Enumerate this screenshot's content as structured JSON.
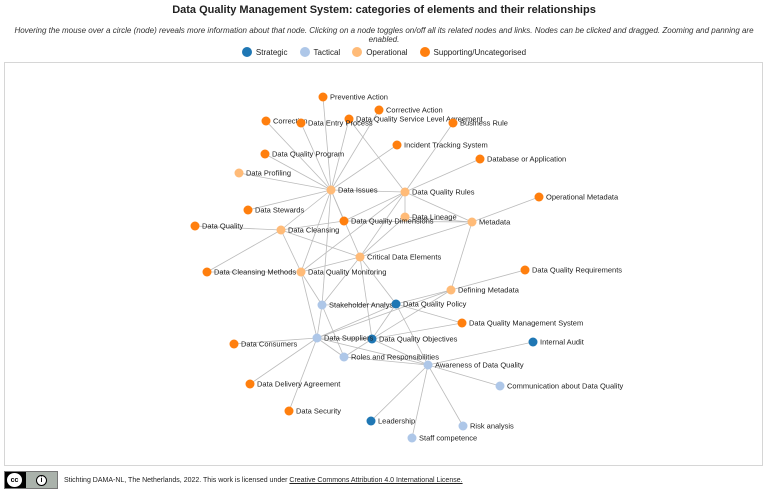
{
  "header": {
    "title": "Data Quality Management System: categories of elements and their relationships",
    "subtitle": "Hovering the mouse over a circle (node) reveals more information about that node. Clicking on a node toggles on/off all its related nodes and links. Nodes can be clicked and dragged. Zooming and panning are enabled."
  },
  "legend": [
    {
      "label": "Strategic",
      "color": "#1f77b4"
    },
    {
      "label": "Tactical",
      "color": "#aec7e8"
    },
    {
      "label": "Operational",
      "color": "#ffbb78"
    },
    {
      "label": "Supporting/Uncategorised",
      "color": "#ff7f0e"
    }
  ],
  "colors": {
    "strategic": "#1f77b4",
    "tactical": "#aec7e8",
    "operational": "#ffbb78",
    "supporting": "#ff7f0e",
    "link": "#bbbbbb"
  },
  "nodes": [
    {
      "id": "issues",
      "label": "Data Issues",
      "cat": "operational"
    },
    {
      "id": "rules",
      "label": "Data Quality Rules",
      "cat": "operational"
    },
    {
      "id": "lineage",
      "label": "Data Lineage",
      "cat": "operational"
    },
    {
      "id": "metadata",
      "label": "Metadata",
      "cat": "operational"
    },
    {
      "id": "cleansing",
      "label": "Data Cleansing",
      "cat": "operational"
    },
    {
      "id": "cde",
      "label": "Critical Data Elements",
      "cat": "operational"
    },
    {
      "id": "monitoring",
      "label": "Data Quality Monitoring",
      "cat": "operational"
    },
    {
      "id": "profiling",
      "label": "Data Profiling",
      "cat": "operational"
    },
    {
      "id": "definemeta",
      "label": "Defining Metadata",
      "cat": "operational"
    },
    {
      "id": "dimensions",
      "label": "Data Quality Dimensions",
      "cat": "supporting"
    },
    {
      "id": "stakeholder",
      "label": "Stakeholder Analysis",
      "cat": "tactical"
    },
    {
      "id": "policy",
      "label": "Data Quality Policy",
      "cat": "strategic"
    },
    {
      "id": "objectives",
      "label": "Data Quality Objectives",
      "cat": "strategic"
    },
    {
      "id": "suppliers",
      "label": "Data Suppliers",
      "cat": "tactical"
    },
    {
      "id": "roles",
      "label": "Roles and Responsibilities",
      "cat": "tactical"
    },
    {
      "id": "awareness",
      "label": "Awareness of Data Quality",
      "cat": "tactical"
    },
    {
      "id": "audit",
      "label": "Internal Audit",
      "cat": "strategic"
    },
    {
      "id": "comm",
      "label": "Communication about Data Quality",
      "cat": "tactical"
    },
    {
      "id": "leadership",
      "label": "Leadership",
      "cat": "strategic"
    },
    {
      "id": "risk",
      "label": "Risk analysis",
      "cat": "tactical"
    },
    {
      "id": "competence",
      "label": "Staff competence",
      "cat": "tactical"
    },
    {
      "id": "preventive",
      "label": "Preventive Action",
      "cat": "supporting"
    },
    {
      "id": "corrective",
      "label": "Corrective Action",
      "cat": "supporting"
    },
    {
      "id": "sla",
      "label": "Data Quality Service Level Agreement",
      "cat": "supporting"
    },
    {
      "id": "correction",
      "label": "Correction",
      "cat": "supporting"
    },
    {
      "id": "entry",
      "label": "Data Entry Process",
      "cat": "supporting"
    },
    {
      "id": "business",
      "label": "Business Rule",
      "cat": "supporting"
    },
    {
      "id": "incident",
      "label": "Incident Tracking System",
      "cat": "supporting"
    },
    {
      "id": "program",
      "label": "Data Quality Program",
      "cat": "supporting"
    },
    {
      "id": "dbapp",
      "label": "Database or Application",
      "cat": "supporting"
    },
    {
      "id": "opmeta",
      "label": "Operational Metadata",
      "cat": "supporting"
    },
    {
      "id": "stewards",
      "label": "Data Stewards",
      "cat": "supporting"
    },
    {
      "id": "dq",
      "label": "Data Quality",
      "cat": "supporting"
    },
    {
      "id": "cleansemethods",
      "label": "Data Cleansing Methods",
      "cat": "supporting"
    },
    {
      "id": "requirements",
      "label": "Data Quality Requirements",
      "cat": "supporting"
    },
    {
      "id": "dqms",
      "label": "Data Quality Management System",
      "cat": "supporting"
    },
    {
      "id": "consumers",
      "label": "Data Consumers",
      "cat": "supporting"
    },
    {
      "id": "delivery",
      "label": "Data Delivery Agreement",
      "cat": "supporting"
    },
    {
      "id": "security",
      "label": "Data Security",
      "cat": "supporting"
    }
  ],
  "links": [
    [
      "issues",
      "preventive"
    ],
    [
      "issues",
      "corrective"
    ],
    [
      "issues",
      "sla"
    ],
    [
      "issues",
      "correction"
    ],
    [
      "issues",
      "entry"
    ],
    [
      "issues",
      "incident"
    ],
    [
      "issues",
      "program"
    ],
    [
      "issues",
      "profiling"
    ],
    [
      "issues",
      "stewards"
    ],
    [
      "issues",
      "cleansing"
    ],
    [
      "issues",
      "rules"
    ],
    [
      "issues",
      "cde"
    ],
    [
      "issues",
      "monitoring"
    ],
    [
      "issues",
      "dimensions"
    ],
    [
      "issues",
      "stakeholder"
    ],
    [
      "rules",
      "business"
    ],
    [
      "rules",
      "dbapp"
    ],
    [
      "rules",
      "lineage"
    ],
    [
      "rules",
      "metadata"
    ],
    [
      "rules",
      "cde"
    ],
    [
      "rules",
      "sla"
    ],
    [
      "rules",
      "monitoring"
    ],
    [
      "rules",
      "dimensions"
    ],
    [
      "metadata",
      "opmeta"
    ],
    [
      "metadata",
      "lineage"
    ],
    [
      "metadata",
      "definemeta"
    ],
    [
      "metadata",
      "cde"
    ],
    [
      "metadata",
      "dimensions"
    ],
    [
      "cleansing",
      "dq"
    ],
    [
      "cleansing",
      "cleansemethods"
    ],
    [
      "cleansing",
      "cde"
    ],
    [
      "cleansing",
      "monitoring"
    ],
    [
      "cleansing",
      "dimensions"
    ],
    [
      "monitoring",
      "cde"
    ],
    [
      "monitoring",
      "stakeholder"
    ],
    [
      "monitoring",
      "suppliers"
    ],
    [
      "monitoring",
      "cleansemethods"
    ],
    [
      "cde",
      "stakeholder"
    ],
    [
      "cde",
      "policy"
    ],
    [
      "cde",
      "lineage"
    ],
    [
      "cde",
      "objectives"
    ],
    [
      "definemeta",
      "requirements"
    ],
    [
      "definemeta",
      "suppliers"
    ],
    [
      "definemeta",
      "objectives"
    ],
    [
      "definemeta",
      "policy"
    ],
    [
      "stakeholder",
      "policy"
    ],
    [
      "stakeholder",
      "suppliers"
    ],
    [
      "stakeholder",
      "roles"
    ],
    [
      "policy",
      "objectives"
    ],
    [
      "policy",
      "dqms"
    ],
    [
      "policy",
      "suppliers"
    ],
    [
      "policy",
      "awareness"
    ],
    [
      "objectives",
      "suppliers"
    ],
    [
      "objectives",
      "awareness"
    ],
    [
      "objectives",
      "roles"
    ],
    [
      "objectives",
      "dqms"
    ],
    [
      "suppliers",
      "consumers"
    ],
    [
      "suppliers",
      "delivery"
    ],
    [
      "suppliers",
      "security"
    ],
    [
      "suppliers",
      "awareness"
    ],
    [
      "suppliers",
      "roles"
    ],
    [
      "awareness",
      "audit"
    ],
    [
      "awareness",
      "comm"
    ],
    [
      "awareness",
      "leadership"
    ],
    [
      "awareness",
      "risk"
    ],
    [
      "awareness",
      "competence"
    ],
    [
      "awareness",
      "roles"
    ]
  ]
}
